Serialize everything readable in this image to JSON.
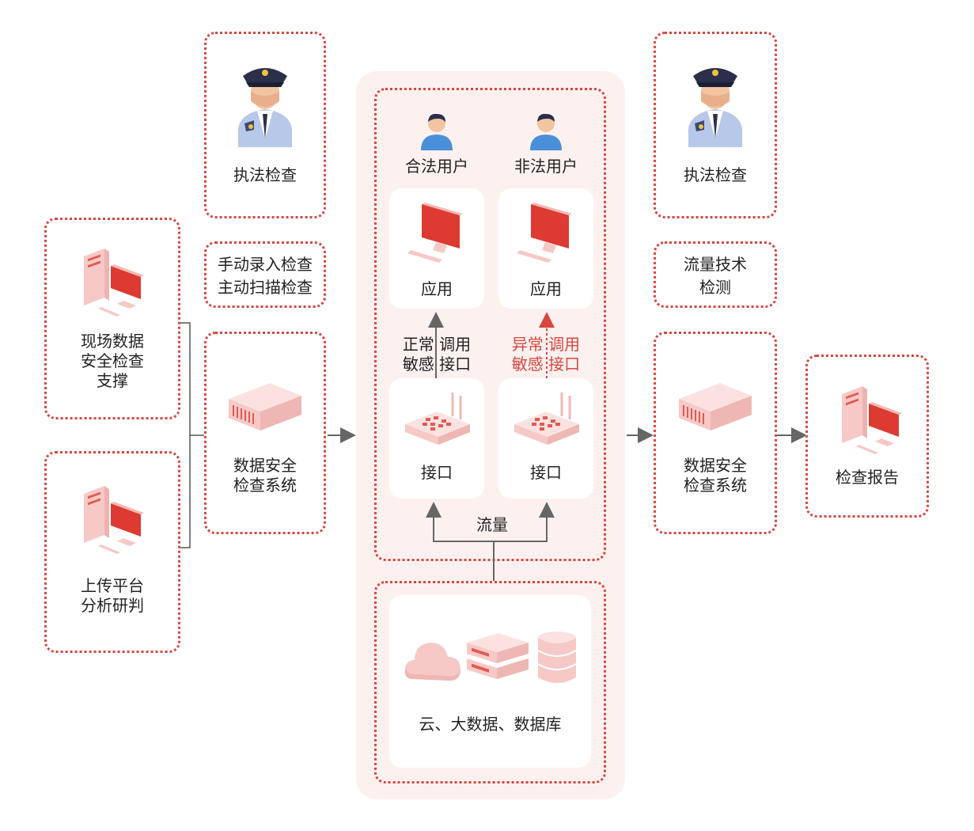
{
  "left": {
    "top_box": [
      "现场数据",
      "安全检查",
      "支撑"
    ],
    "bottom_box": [
      "上传平台",
      "分析研判"
    ]
  },
  "middle_left": {
    "officer_label": "执法检查",
    "methods": [
      "手动录入检查",
      "主动扫描检查"
    ],
    "system_label": [
      "数据安全",
      "检查系统"
    ]
  },
  "center": {
    "legal_user": "合法用户",
    "illegal_user": "非法用户",
    "app_label": "应用",
    "normal_call": [
      "正常 调用",
      "敏感 接口"
    ],
    "abnormal_call": [
      "异常 调用",
      "敏感 接口"
    ],
    "interface_label": "接口",
    "traffic_label": "流量",
    "data_sources": "云、大数据、数据库"
  },
  "right": {
    "officer_label": "执法检查",
    "tech": [
      "流量技术",
      "检测"
    ],
    "system_label": [
      "数据安全",
      "检查系统"
    ],
    "report_label": "检查报告"
  },
  "colors": {
    "accent": "#d9463e",
    "panel": "#fdf1f0",
    "icon_pink": "#f6c9c6"
  }
}
